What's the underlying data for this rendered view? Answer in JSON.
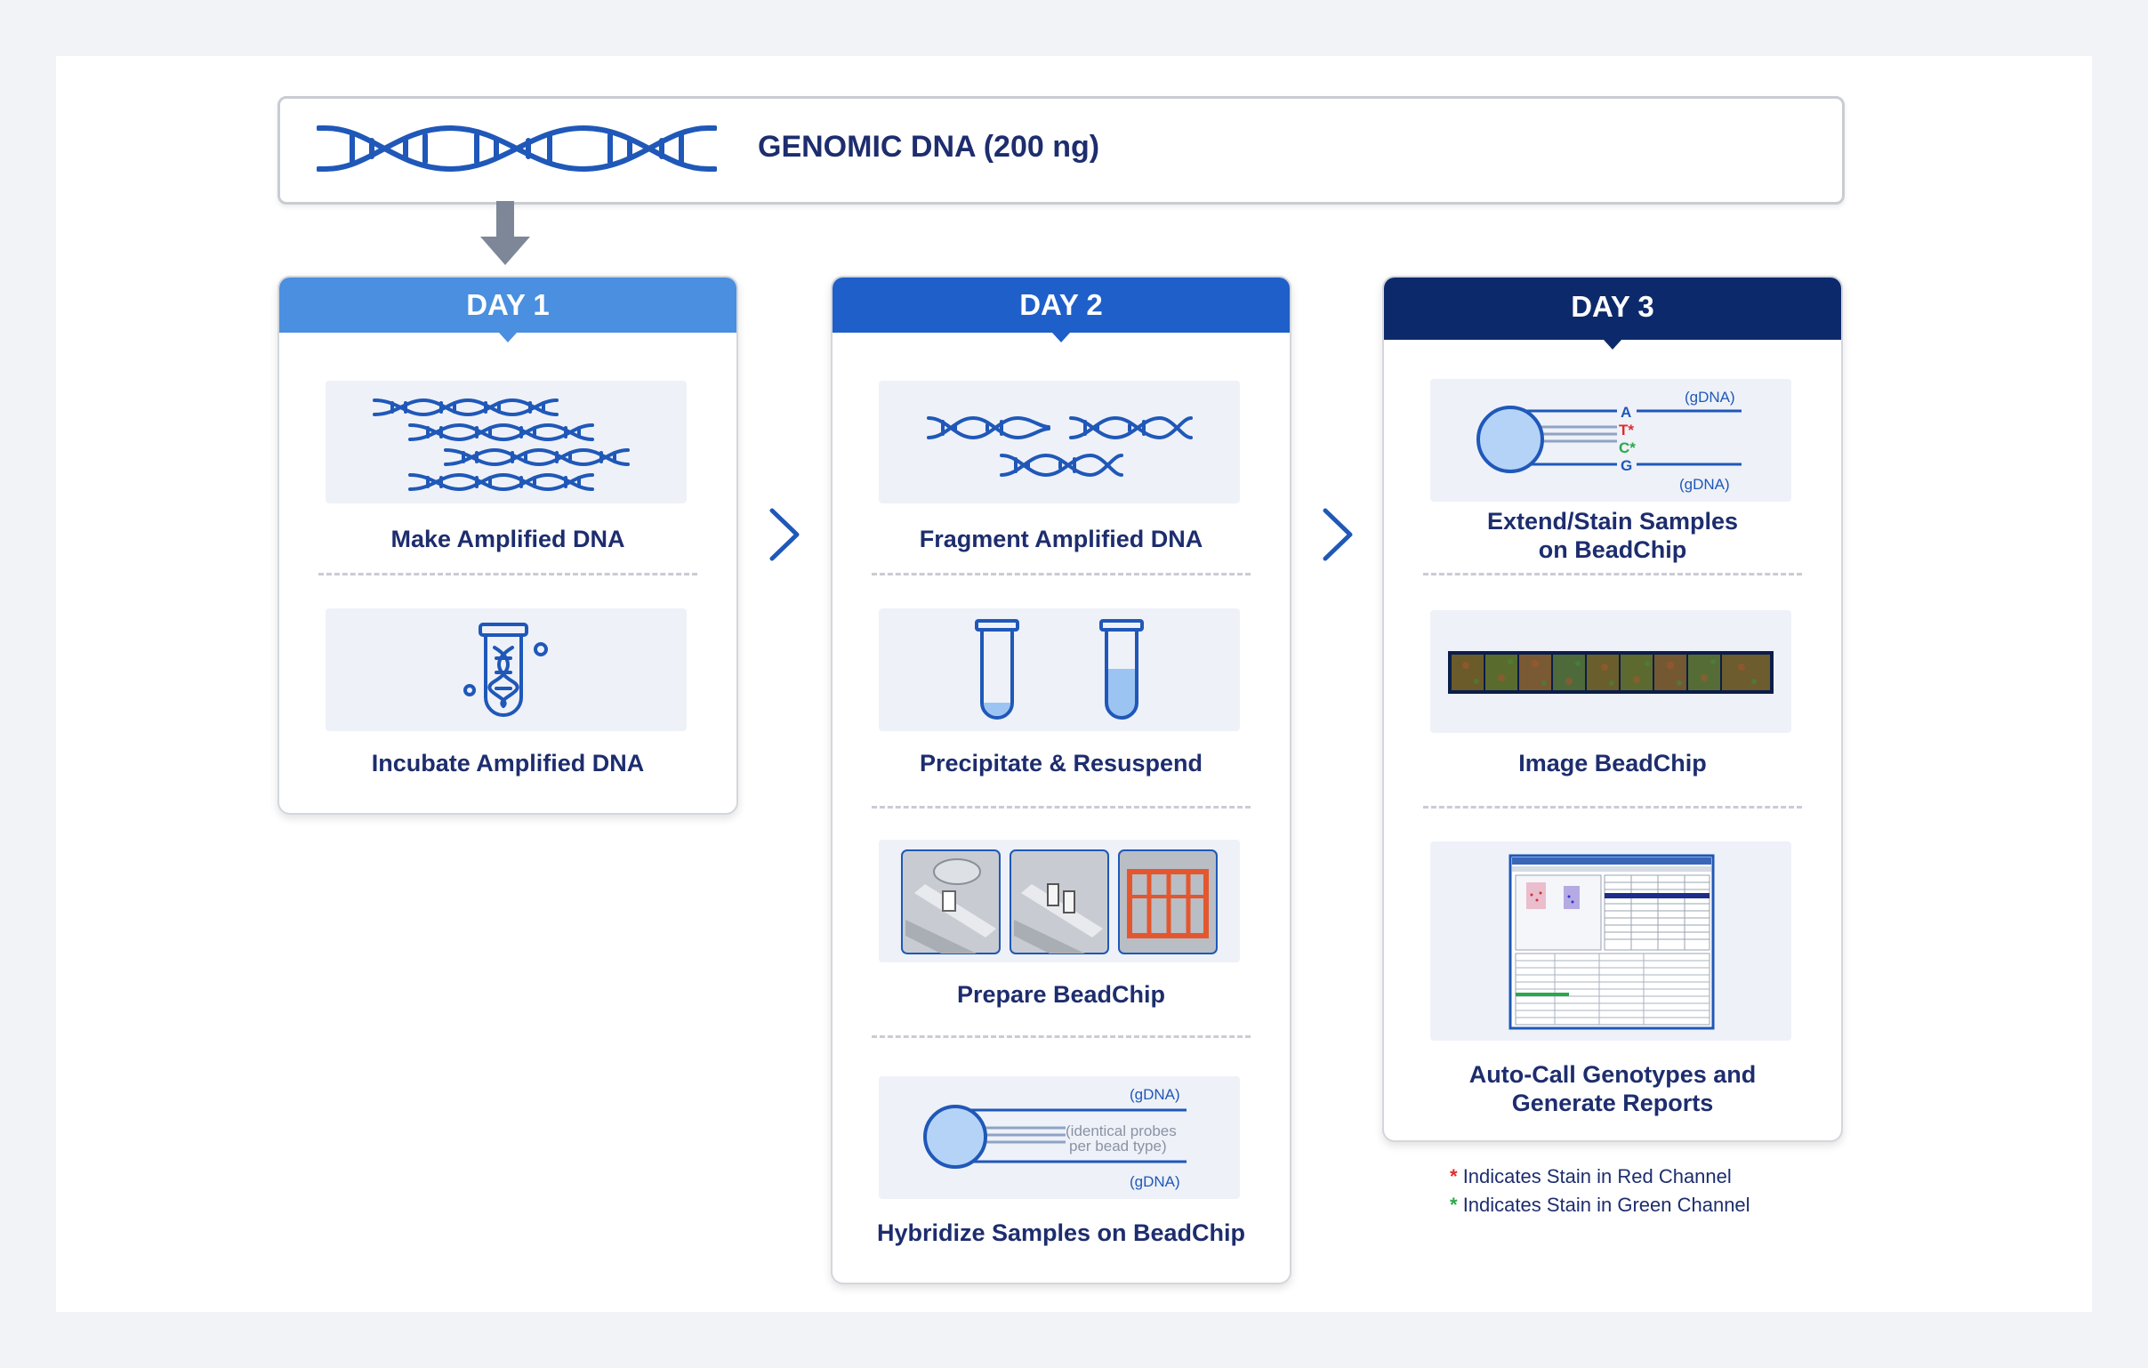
{
  "header": {
    "title": "GENOMIC DNA (200 ng)"
  },
  "days": [
    {
      "label": "DAY 1",
      "color": "#4a8fe0",
      "steps": [
        "Make Amplified DNA",
        "Incubate Amplified DNA"
      ]
    },
    {
      "label": "DAY 2",
      "color": "#1f5fc9",
      "steps": [
        "Fragment Amplified DNA",
        "Precipitate & Resuspend",
        "Prepare BeadChip",
        "Hybridize Samples on BeadChip"
      ]
    },
    {
      "label": "DAY 3",
      "color": "#0c2a6b",
      "steps": [
        "Extend/Stain Samples\non BeadChip",
        "Image BeadChip",
        "Auto-Call Genotypes and\nGenerate Reports"
      ]
    }
  ],
  "hybridize_diagram": {
    "top": "(gDNA)",
    "middle_line1": "(identical probes",
    "middle_line2": "per bead type)",
    "bottom": "(gDNA)"
  },
  "extend_diagram": {
    "top": "(gDNA)",
    "bottom": "(gDNA)",
    "bases": [
      "A",
      "T*",
      "C*",
      "G"
    ],
    "base_colors": [
      "#1f58b8",
      "#e02b2b",
      "#2aa84a",
      "#1f58b8"
    ]
  },
  "legend": [
    {
      "mark": "*",
      "color": "#e02b2b",
      "text": "Indicates Stain in Red Channel"
    },
    {
      "mark": "*",
      "color": "#2aa84a",
      "text": "Indicates Stain in Green Channel"
    }
  ]
}
